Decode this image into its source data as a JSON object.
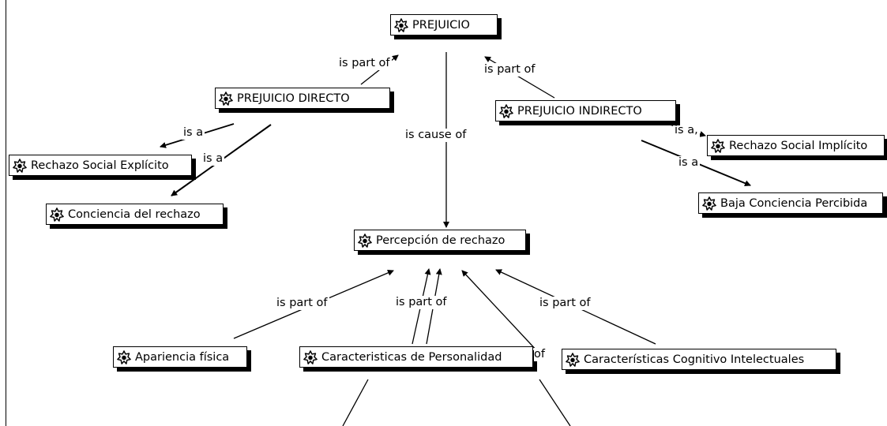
{
  "nodes": {
    "prejuicio": "PREJUICIO",
    "prejuicio_directo": "PREJUICIO DIRECTO",
    "prejuicio_indirecto": "PREJUICIO INDIRECTO",
    "rechazo_explicito": "Rechazo Social Explícito",
    "conciencia_rechazo": "Conciencia del rechazo",
    "rechazo_implicito": "Rechazo Social Implícito",
    "baja_conciencia": "Baja Conciencia Percibida",
    "percepcion_rechazo": "Percepción de rechazo",
    "apariencia_fisica": "Apariencia física",
    "caracteristicas_personalidad": "Caracteristicas de Personalidad",
    "caracteristicas_cognitivo": "Características Cognitivo Intelectuales"
  },
  "links": {
    "directo_part_of": "is part of",
    "indirecto_part_of": "is part of",
    "cause_of": "is cause of",
    "is_a_explicito": "is a",
    "is_a_conciencia": "is a",
    "is_a_implicito": "is a,",
    "is_a_baja": "is a",
    "apariencia_part_of": "is part of",
    "personalidad_part_of": "is part of",
    "cognitivo_part_of": "is part of",
    "partial_of": "of"
  },
  "icon": "concept-node-icon"
}
